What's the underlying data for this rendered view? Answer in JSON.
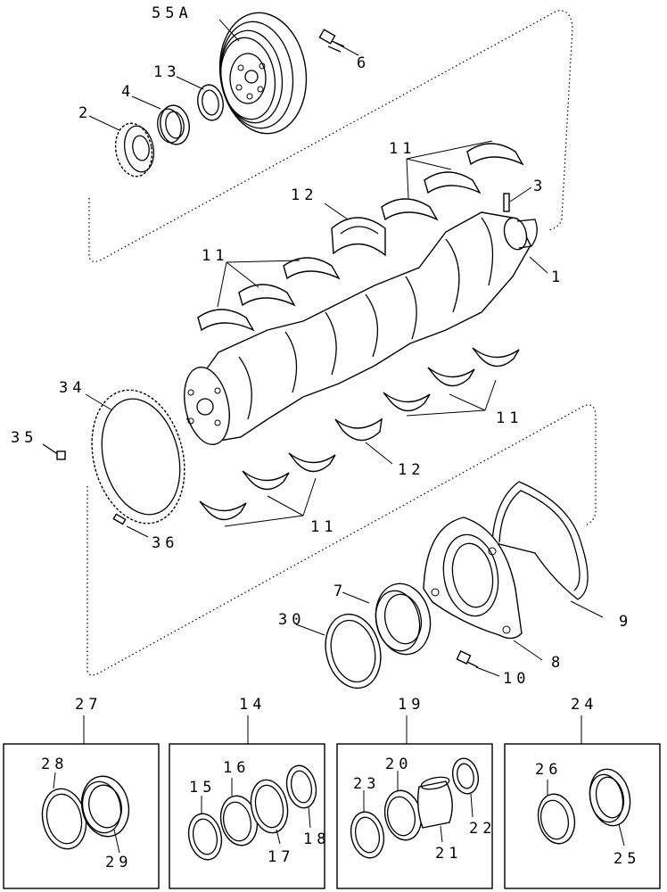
{
  "callouts": {
    "c55a": "55A",
    "c6": "6",
    "c13": "13",
    "c4": "4",
    "c2": "2",
    "c11a": "11",
    "c3": "3",
    "c12a": "12",
    "c11b": "11",
    "c1": "1",
    "c34": "34",
    "c35": "35",
    "c11c": "11",
    "c12b": "12",
    "c11d": "11",
    "c36": "36",
    "c7": "7",
    "c30": "30",
    "c9": "9",
    "c8": "8",
    "c10": "10"
  },
  "kits": [
    {
      "id": "27",
      "parts": [
        "28",
        "29"
      ]
    },
    {
      "id": "14",
      "parts": [
        "15",
        "16",
        "17",
        "18"
      ]
    },
    {
      "id": "19",
      "parts": [
        "20",
        "21",
        "22",
        "23"
      ]
    },
    {
      "id": "24",
      "parts": [
        "25",
        "26"
      ]
    }
  ]
}
